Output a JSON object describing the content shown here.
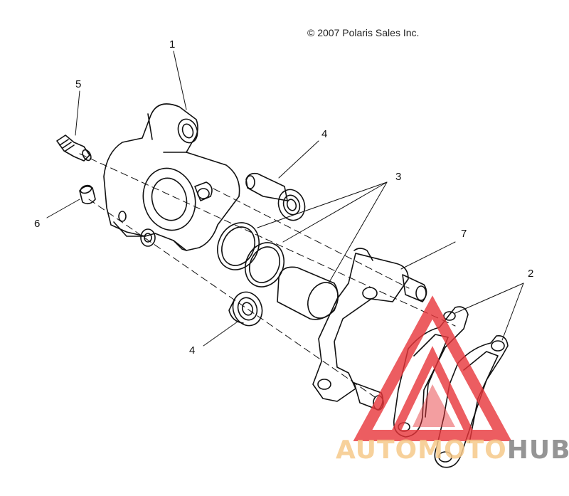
{
  "copyright": "© 2007 Polaris Sales Inc.",
  "callouts": [
    {
      "id": "c1",
      "label": "1"
    },
    {
      "id": "c2",
      "label": "2"
    },
    {
      "id": "c3",
      "label": "3"
    },
    {
      "id": "c4a",
      "label": "4"
    },
    {
      "id": "c4b",
      "label": "4"
    },
    {
      "id": "c5",
      "label": "5"
    },
    {
      "id": "c6",
      "label": "6"
    },
    {
      "id": "c7",
      "label": "7"
    }
  ],
  "watermark": {
    "part1": "AUTOMOTO",
    "part2": "HUB",
    "colors": {
      "triangle": "#e8353a",
      "part1": "#f6c98a",
      "part2": "#8a8a8a"
    }
  }
}
